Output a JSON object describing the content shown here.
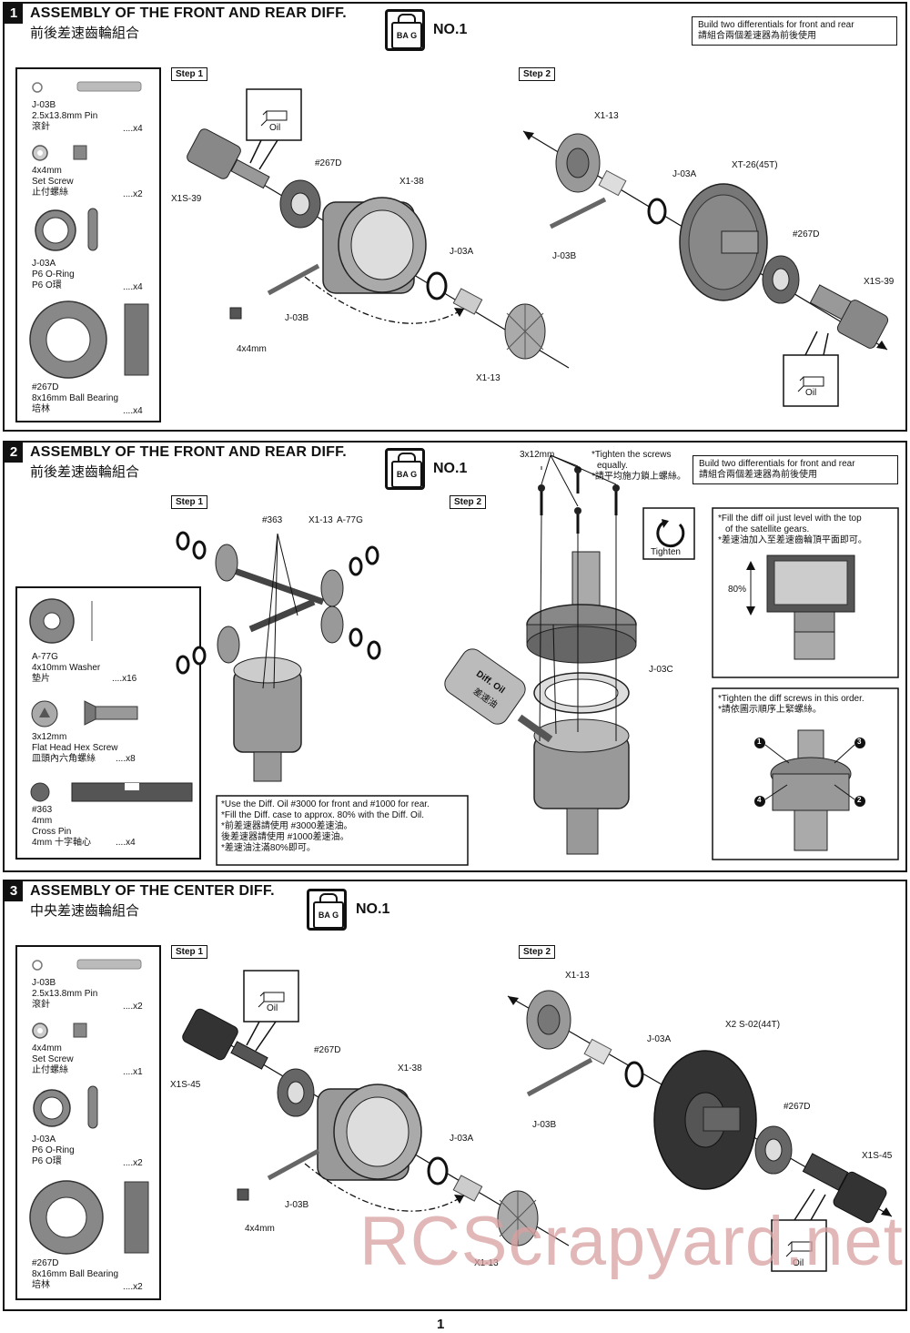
{
  "page_number": "1",
  "watermark": "RCScrapyard.net",
  "sections": [
    {
      "number": "1",
      "title_en": "ASSEMBLY OF THE FRONT AND REAR DIFF.",
      "title_zh": "前後差速齒輪組合",
      "bag_label": "BA G",
      "bag_no": "NO.1",
      "note": [
        "Build two differentials for front and rear",
        "請組合兩個差速器為前後使用"
      ],
      "parts": [
        {
          "code": "J-03B",
          "name": "2.5x13.8mm Pin",
          "zh": "滾針",
          "qty": "....x4"
        },
        {
          "code": "4x4mm",
          "name": "Set Screw",
          "zh": "止付螺絲",
          "qty": "....x2"
        },
        {
          "code": "J-03A",
          "name": "P6 O-Ring",
          "zh": "P6 O環",
          "qty": "....x4"
        },
        {
          "code": "#267D",
          "name": "8x16mm Ball Bearing",
          "zh": "培林",
          "qty": "....x4"
        }
      ],
      "steps": [
        "Step 1",
        "Step 2"
      ],
      "labels": {
        "oil": "Oil",
        "x1s39": "X1S-39",
        "b267d": "#267D",
        "x1_38": "X1-38",
        "j03a": "J-03A",
        "j03b": "J-03B",
        "set44": "4x4mm",
        "x1_13": "X1-13",
        "s2_x1_13": "X1-13",
        "s2_j03a": "J-03A",
        "s2_xt26": "XT-26(45T)",
        "s2_j03b": "J-03B",
        "s2_267d": "#267D",
        "s2_x1s39": "X1S-39",
        "s2_oil": "Oil"
      }
    },
    {
      "number": "2",
      "title_en": "ASSEMBLY OF THE FRONT AND REAR DIFF.",
      "title_zh": "前後差速齒輪組合",
      "bag_label": "BA G",
      "bag_no": "NO.1",
      "note": [
        "Build two differentials for front and rear",
        "請組合兩個差速器為前後使用"
      ],
      "parts": [
        {
          "code": "A-77G",
          "name": "4x10mm Washer",
          "zh": "墊片",
          "qty": "....x16"
        },
        {
          "code": "3x12mm",
          "name": "Flat Head Hex Screw",
          "zh": "皿頭內六角螺絲",
          "qty": "....x8"
        },
        {
          "code": "#363",
          "name": "4mm",
          "name2": "Cross Pin",
          "zh": "4mm 十字軸心",
          "qty": "....x4"
        }
      ],
      "steps": [
        "Step 1",
        "Step 2"
      ],
      "labels": {
        "b363": "#363",
        "x1_13": "X1-13",
        "a77g": "A-77G",
        "screw": "3x12mm",
        "tighten_note": [
          "*Tighten the screws",
          "equally.",
          "*請平均施力鎖上螺絲。"
        ],
        "tighten": "Tighten",
        "j03c": "J-03C",
        "diffoil": "Diff. Oil",
        "diffoil_zh": "差速油",
        "fill_note": [
          "*Fill the diff oil just level with the top",
          "of the satellite gears.",
          "*差速油加入至差速齒輪頂平面即可。"
        ],
        "pct": "80%",
        "order_note": [
          "*Tighten the diff screws in this order.",
          "*請依圖示順序上緊螺絲。"
        ],
        "order": [
          "1",
          "2",
          "3",
          "4"
        ],
        "oil_note": [
          "*Use the Diff. Oil #3000 for front and #1000 for rear.",
          "*Fill the Diff. case to approx. 80% with the Diff. Oil.",
          "*前差速器請使用 #3000差速油。",
          "  後差速器請使用 #1000差速油。",
          "*差速油注滿80%即可。"
        ]
      }
    },
    {
      "number": "3",
      "title_en": "ASSEMBLY OF THE CENTER DIFF.",
      "title_zh": "中央差速齒輪組合",
      "bag_label": "BA G",
      "bag_no": "NO.1",
      "parts": [
        {
          "code": "J-03B",
          "name": "2.5x13.8mm Pin",
          "zh": "滾針",
          "qty": "....x2"
        },
        {
          "code": "4x4mm",
          "name": "Set Screw",
          "zh": "止付螺絲",
          "qty": "....x1"
        },
        {
          "code": "J-03A",
          "name": "P6 O-Ring",
          "zh": "P6 O環",
          "qty": "....x2"
        },
        {
          "code": "#267D",
          "name": "8x16mm Ball Bearing",
          "zh": "培林",
          "qty": "....x2"
        }
      ],
      "steps": [
        "Step 1",
        "Step 2"
      ],
      "labels": {
        "oil": "Oil",
        "x1s45": "X1S-45",
        "b267d": "#267D",
        "x1_38": "X1-38",
        "j03a": "J-03A",
        "j03b": "J-03B",
        "set44": "4x4mm",
        "x1_13": "X1-13",
        "s2_x1_13": "X1-13",
        "s2_j03a": "J-03A",
        "s2_x2s02": "X2 S-02(44T)",
        "s2_j03b": "J-03B",
        "s2_267d": "#267D",
        "s2_x1s45": "X1S-45",
        "s2_oil": "Oil"
      }
    }
  ]
}
